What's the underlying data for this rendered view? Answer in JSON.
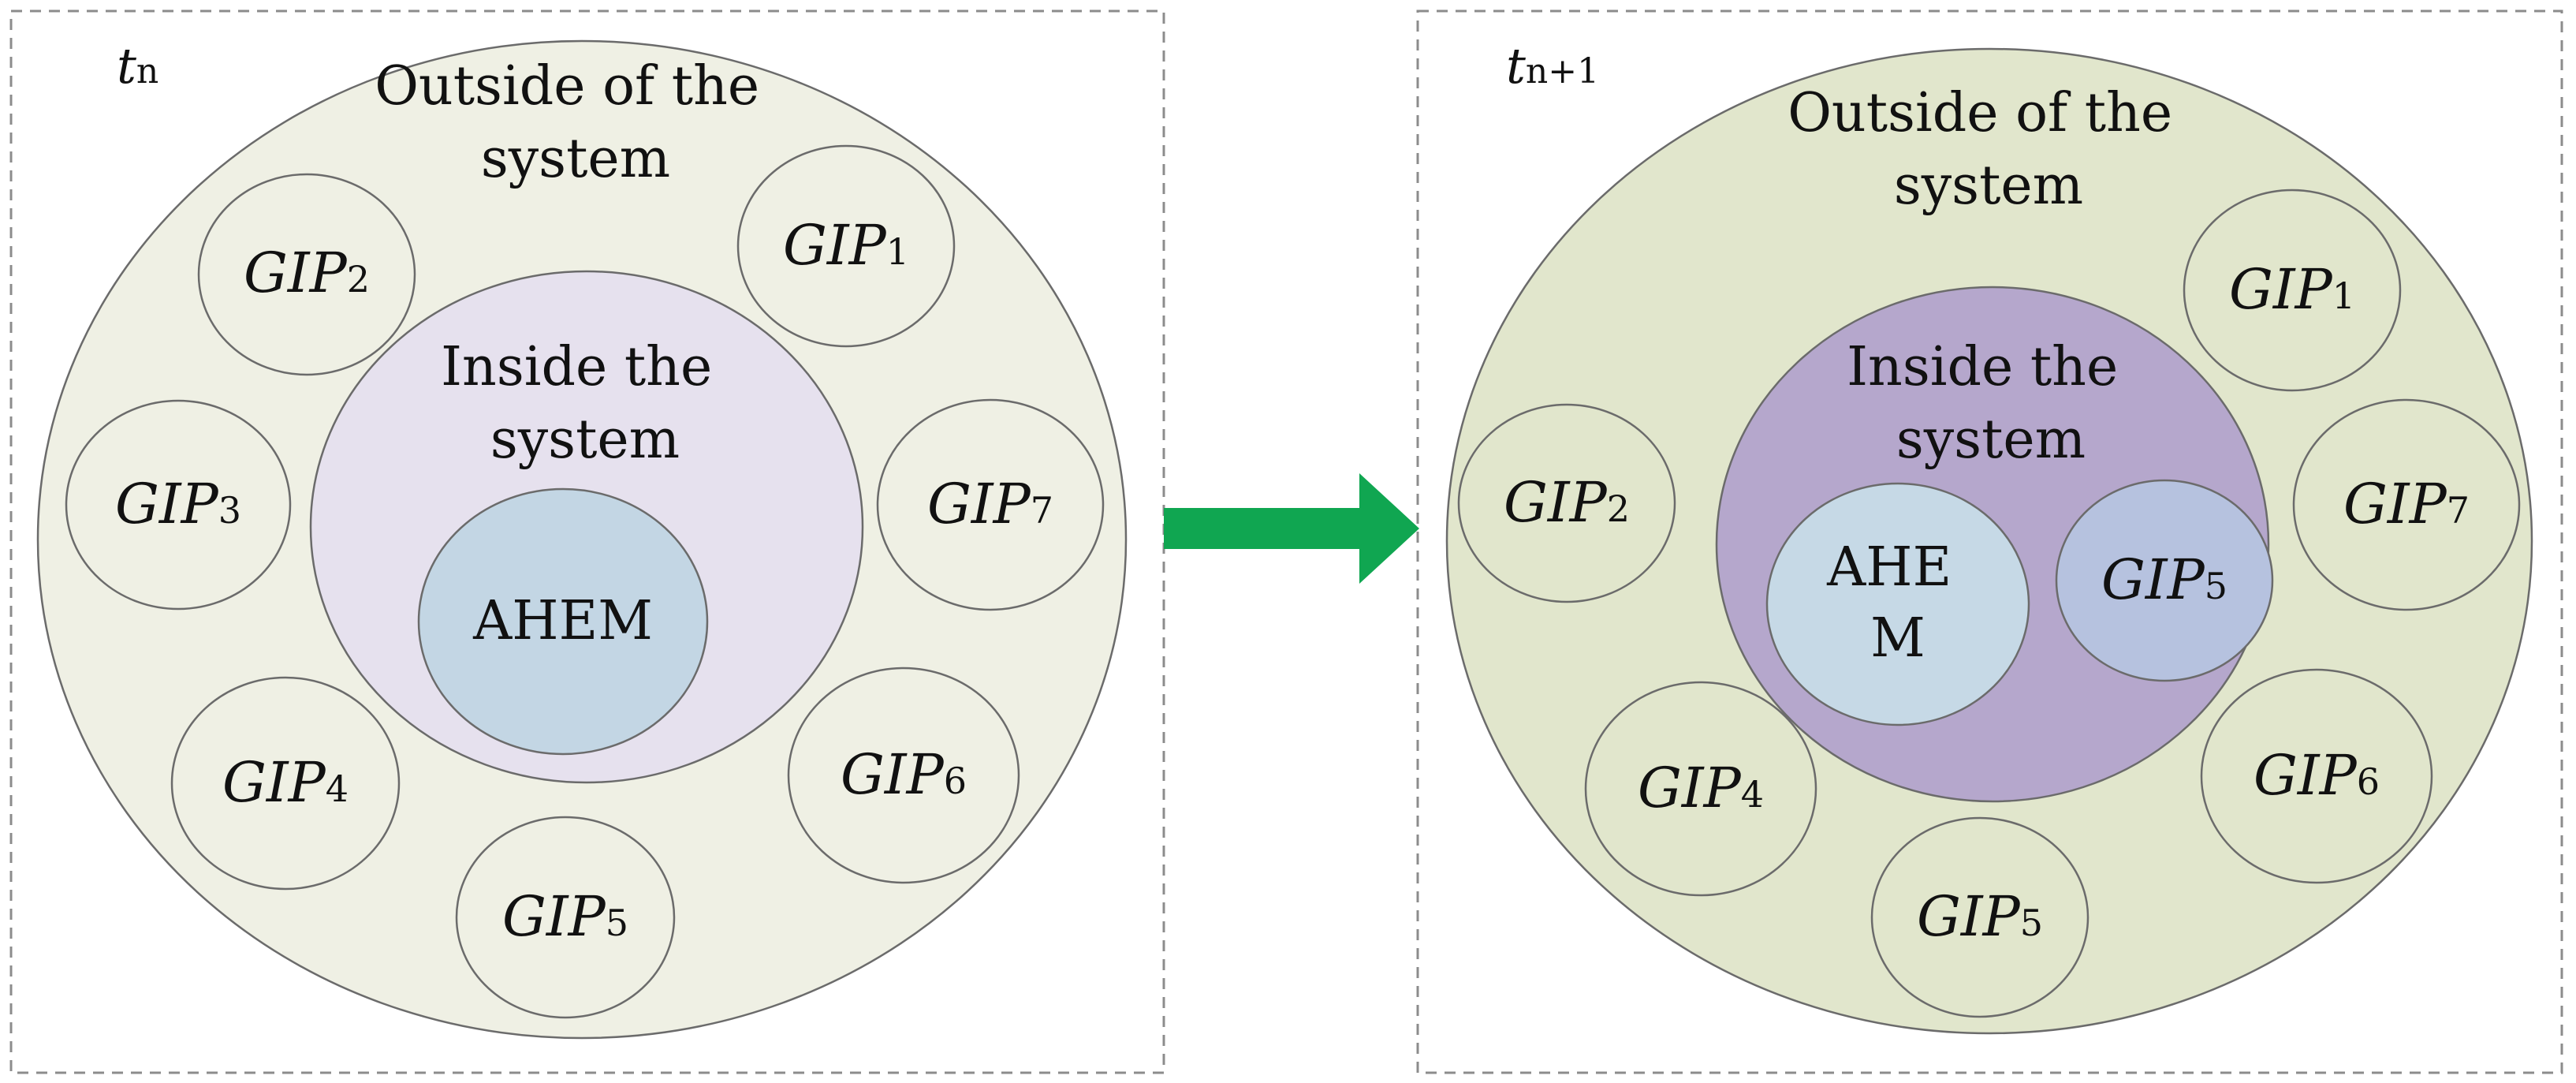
{
  "left_panel": {
    "time_base": "t",
    "time_sub": "n",
    "outside_line1": "Outside of the",
    "outside_line2": "system",
    "inside_line1": "Inside the",
    "inside_line2": "system",
    "core": "AHEM",
    "gips": [
      {
        "base": "GIP",
        "sub": "1"
      },
      {
        "base": "GIP",
        "sub": "2"
      },
      {
        "base": "GIP",
        "sub": "3"
      },
      {
        "base": "GIP",
        "sub": "4"
      },
      {
        "base": "GIP",
        "sub": "5"
      },
      {
        "base": "GIP",
        "sub": "6"
      },
      {
        "base": "GIP",
        "sub": "7"
      }
    ]
  },
  "right_panel": {
    "time_base": "t",
    "time_sub": "n+1",
    "outside_line1": "Outside of the",
    "outside_line2": "system",
    "inside_line1": "Inside the",
    "inside_line2": "system",
    "core_line1": "AHE",
    "core_line2": "M",
    "inner_gip": {
      "base": "GIP",
      "sub": "5"
    },
    "gips": [
      {
        "base": "GIP",
        "sub": "1"
      },
      {
        "base": "GIP",
        "sub": "2"
      },
      {
        "base": "GIP",
        "sub": "4"
      },
      {
        "base": "GIP",
        "sub": "5"
      },
      {
        "base": "GIP",
        "sub": "6"
      },
      {
        "base": "GIP",
        "sub": "7"
      }
    ]
  },
  "colors": {
    "arrow": "#10a651",
    "inside_left": "#e6e1ee",
    "inside_right": "#b5a7cc",
    "ahem": "#c3d6e4",
    "outer_left": "#eff0e4",
    "outer_right": "#e1e6cc"
  }
}
